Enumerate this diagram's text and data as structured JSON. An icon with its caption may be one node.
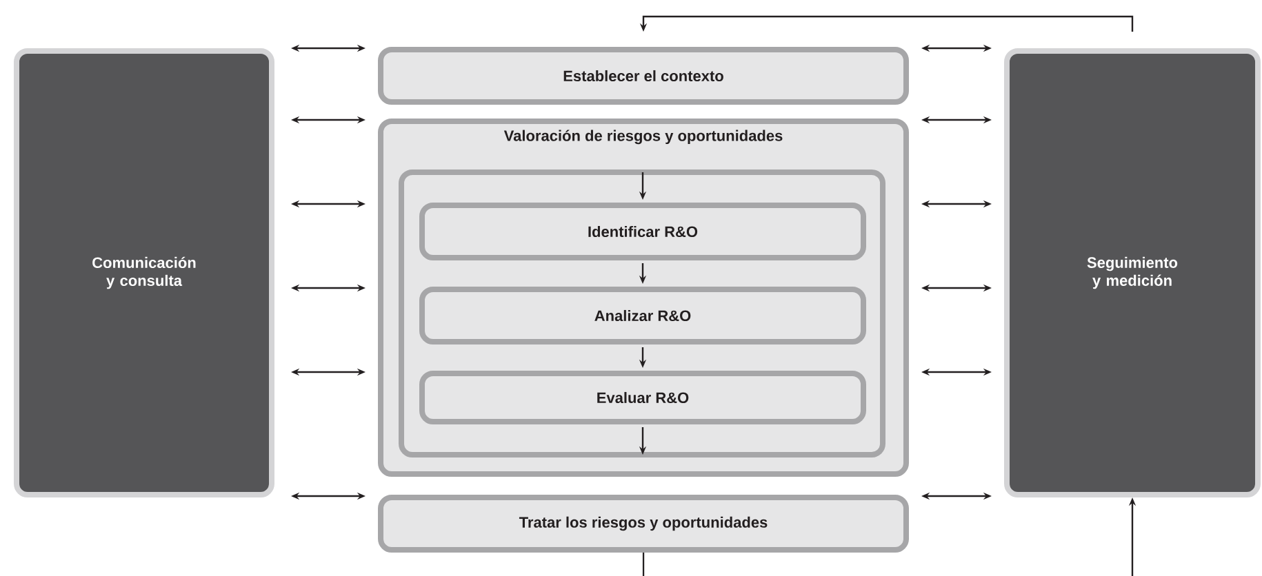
{
  "diagram": {
    "nodes": [
      {
        "text": [
          "Comunicación y consulta"
        ]
      },
      {
        "text": [
          "Establecer el contexto"
        ]
      },
      {
        "text": [
          "Valoración de riesgos y oportunidades"
        ]
      },
      {
        "text": [],
        "shape": "box",
        "in": 2
      },
      {
        "text": [
          "Identificar R&O"
        ],
        "in": 3
      },
      {
        "text": [
          "Analizar R&O"
        ],
        "in": 3
      },
      {
        "text": [
          "Evaluar R&O"
        ],
        "in": 3
      },
      {
        "text": [
          "Tratar los riesgos y oportunidades"
        ]
      },
      {
        "text": [
          "Seguimiento y medición"
        ]
      }
    ],
    "edges": [
      {
        "from": 8,
        "to": 1,
        "arrow": "to"
      },
      {
        "from": 3,
        "to": 4,
        "arrow": "to"
      },
      {
        "from": 4,
        "to": 5,
        "arrow": "to"
      },
      {
        "from": 5,
        "to": 6,
        "arrow": "to"
      },
      {
        "from": 6,
        "to": 3,
        "arrow": "to"
      },
      {
        "from": 7,
        "to": 8,
        "arrow": "to"
      },
      {
        "from": 0,
        "to": 1,
        "arrow": "both"
      },
      {
        "from": 0,
        "to": 2,
        "arrow": "both"
      },
      {
        "from": 0,
        "to": 4,
        "arrow": "both"
      },
      {
        "from": 0,
        "to": 5,
        "arrow": "both"
      },
      {
        "from": 0,
        "to": 6,
        "arrow": "both"
      },
      {
        "from": 0,
        "to": 7,
        "arrow": "both"
      },
      {
        "from": 1,
        "to": 8,
        "arrow": "both"
      },
      {
        "from": 2,
        "to": 8,
        "arrow": "both"
      },
      {
        "from": 4,
        "to": 8,
        "arrow": "both"
      },
      {
        "from": 5,
        "to": 8,
        "arrow": "both"
      },
      {
        "from": 6,
        "to": 8,
        "arrow": "both"
      },
      {
        "from": 7,
        "to": 8,
        "arrow": "both"
      }
    ]
  }
}
